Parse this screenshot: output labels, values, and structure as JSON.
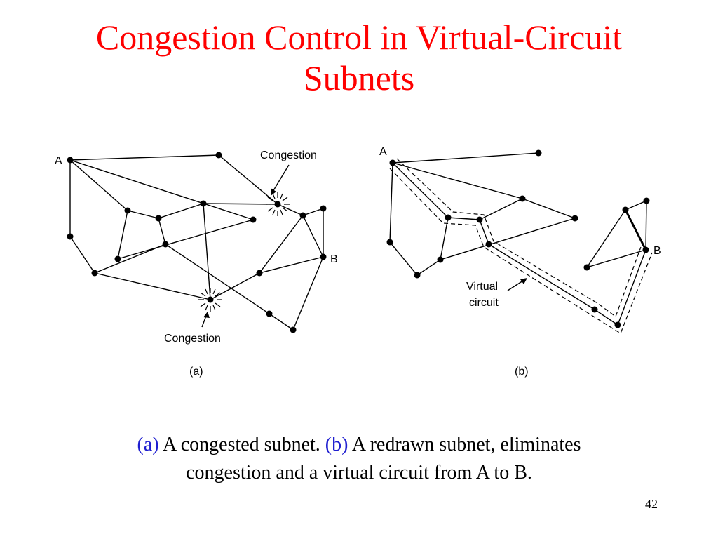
{
  "slide": {
    "title_line1": "Congestion Control in Virtual-Circuit",
    "title_line2": "Subnets",
    "page_number": "42"
  },
  "diagram_a": {
    "label_A": "A",
    "label_B": "B",
    "congestion_label_top": "Congestion",
    "congestion_label_bottom": "Congestion",
    "caption": "(a)"
  },
  "diagram_b": {
    "label_A": "A",
    "label_B": "B",
    "virtual_circuit_line1": "Virtual",
    "virtual_circuit_line2": "circuit",
    "caption": "(b)"
  },
  "caption": {
    "tag_a": "(a)",
    "text_a": " A congested subnet. ",
    "tag_b": "(b)",
    "text_b": " A redrawn subnet, eliminates",
    "line2": "congestion and a virtual circuit from A to B."
  },
  "colors": {
    "title": "#ff0000",
    "caption_tag": "#1f1fd0"
  }
}
